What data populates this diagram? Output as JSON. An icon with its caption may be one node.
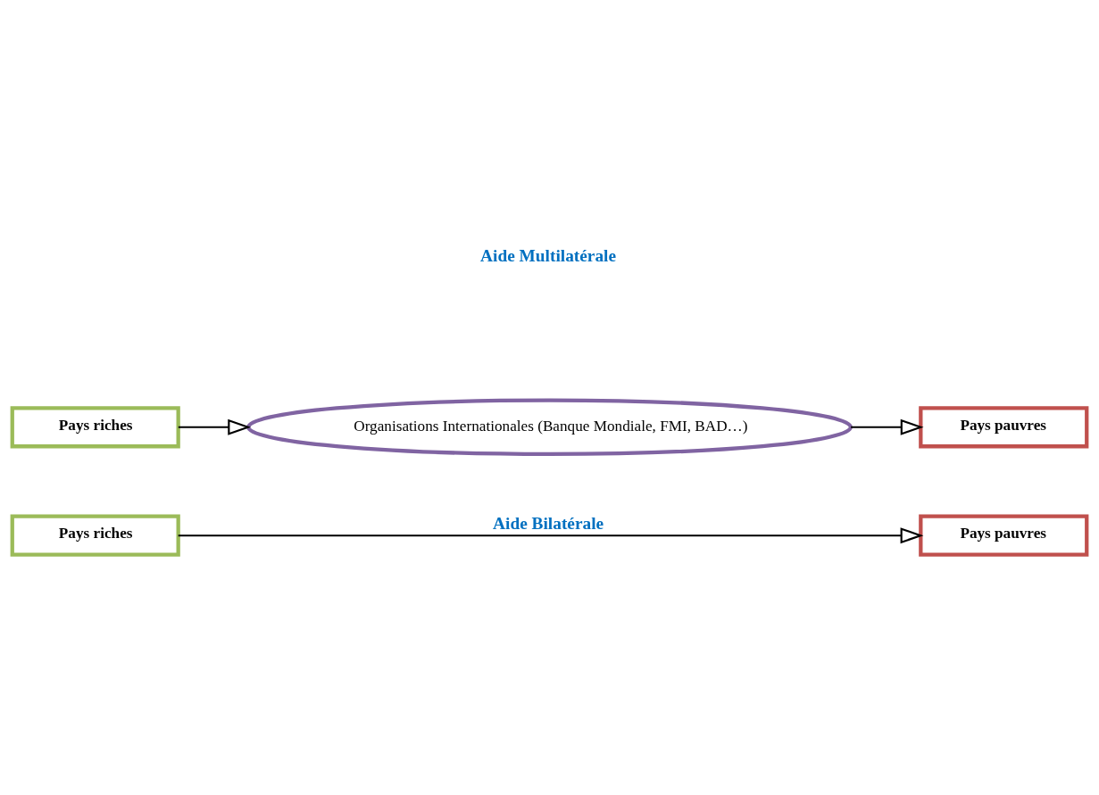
{
  "diagram": {
    "nodes": [
      {
        "text": [
          "Pays riches"
        ]
      },
      {
        "text": [
          "Pays pauvres"
        ]
      },
      {
        "text": [
          "Pays riches"
        ]
      },
      {
        "text": [
          "Organisations Internationales (Banque Mondiale, FMI, BAD…)"
        ]
      },
      {
        "text": [
          "Pays pauvres"
        ]
      }
    ],
    "edges": [
      {
        "from": 0,
        "to": 1,
        "arrow": "to",
        "label": "Aide Bilatérale"
      },
      {
        "from": 2,
        "to": 3,
        "arrow": "to"
      },
      {
        "from": 3,
        "to": 4,
        "arrow": "to"
      }
    ],
    "labels": [
      "Aide Multilatérale"
    ]
  }
}
